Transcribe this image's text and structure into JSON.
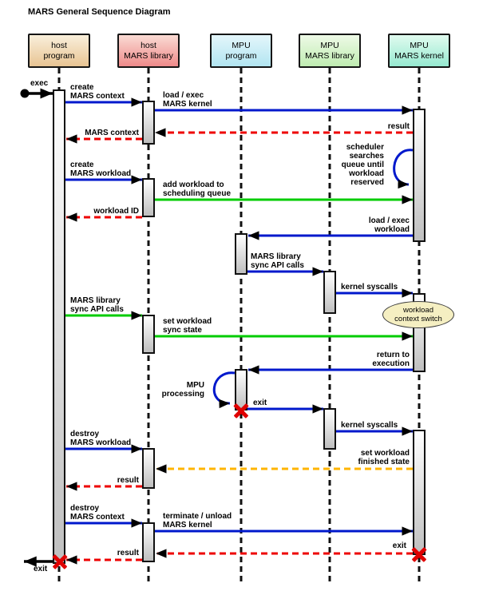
{
  "title": "MARS General Sequence Diagram",
  "actors": [
    {
      "label": "host\nprogram",
      "color_top": "#f9efdb",
      "color_bottom": "#e8c493"
    },
    {
      "label": "host\nMARS library",
      "color_top": "#fadbd4",
      "color_bottom": "#ee8a8a"
    },
    {
      "label": "MPU\nprogram",
      "color_top": "#e4f6fb",
      "color_bottom": "#b2e5f1"
    },
    {
      "label": "MPU\nMARS library",
      "color_top": "#eefae7",
      "color_bottom": "#bfecb1"
    },
    {
      "label": "MPU\nMARS kernel",
      "color_top": "#e1fbef",
      "color_bottom": "#96e9d0"
    }
  ],
  "colors": {
    "call_arrow": "#0018cc",
    "async_arrow": "#00cc00",
    "return_arrow": "#ee0000",
    "notify_arrow": "#ffb400",
    "start_exit_arrow": "#000000",
    "destroy_mark": "#e00000",
    "note_fill": "#f5efc2"
  },
  "messages": {
    "exec": "exec",
    "create_context": "create\nMARS context",
    "load_exec_kernel": "load / exec\nMARS kernel",
    "result1": "result",
    "mars_context": "MARS context",
    "create_workload": "create\nMARS workload",
    "add_workload": "add workload to\nscheduling queue",
    "scheduler_note": "scheduler\nsearches\nqueue until\nworkload\nreserved",
    "workload_id": "workload ID",
    "load_exec_workload": "load / exec\nworkload",
    "mars_lib_sync1": "MARS library\nsync API calls",
    "kernel_syscalls1": "kernel syscalls",
    "context_switch_note": "workload\ncontext switch",
    "mars_lib_sync2": "MARS library\nsync API calls",
    "set_sync_state": "set workload\nsync state",
    "return_exec": "return to\nexecution",
    "mpu_processing_note": "MPU\nprocessing",
    "exit_mpu": "exit",
    "kernel_syscalls2": "kernel syscalls",
    "destroy_workload": "destroy\nMARS workload",
    "set_finished": "set workload\nfinished state",
    "result2": "result",
    "destroy_context": "destroy\nMARS context",
    "terminate_unload": "terminate / unload\nMARS kernel",
    "exit_kernel": "exit",
    "result3": "result",
    "exit_host": "exit"
  }
}
